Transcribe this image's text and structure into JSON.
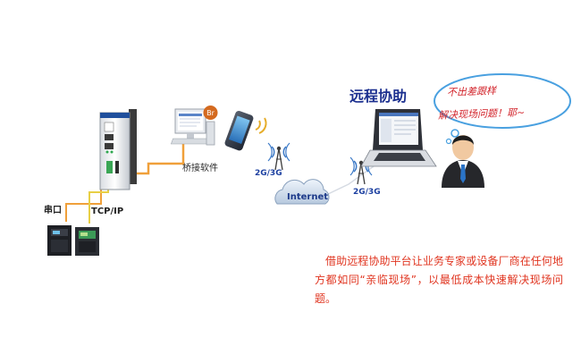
{
  "title": "远程协助",
  "bubble": {
    "line1": "不出差跟样",
    "line2": "解决现场问题！耶~"
  },
  "labels": {
    "bridge_software": "桥接软件",
    "network_left": "2G/3G",
    "network_right": "2G/3G",
    "internet": "Internet",
    "serial": "串口",
    "tcpip": "TCP/IP",
    "badge": "Br"
  },
  "description": "借助远程协助平台让业务专家或设备厂商在任何地方都如同“亲临现场”，以最低成本快速解决现场问题。",
  "colors": {
    "title": "#1b2f8f",
    "description": "#e0341f",
    "bubble_text": "#d2232a",
    "cable_orange": "#f0a03a",
    "cable_yellow": "#e8cf45"
  }
}
